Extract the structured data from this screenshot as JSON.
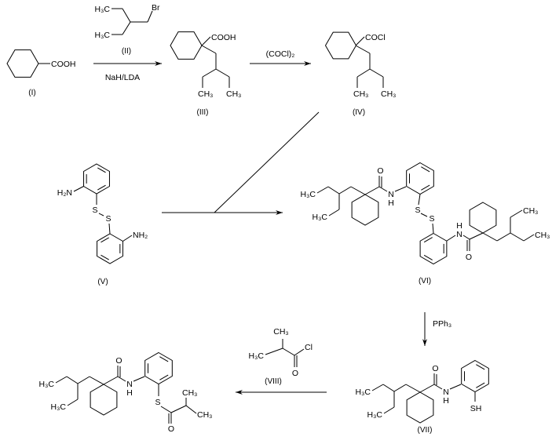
{
  "atoms": {
    "H3C": "H₃C",
    "CH3": "CH₃",
    "O": "O",
    "N": "N",
    "H": "H",
    "S": "S",
    "SH": "SH",
    "NH2": "NH₂",
    "H2N": "H₂N",
    "Cl": "Cl",
    "Br": "Br",
    "COOH": "COOH",
    "COCl": "COCl"
  },
  "compounds": {
    "I": "(I)",
    "II": "(II)",
    "III": "(III)",
    "IV": "(IV)",
    "V": "(V)",
    "VI": "(VI)",
    "VII": "(VII)",
    "VIII": "(VIII)"
  },
  "reagents": {
    "step1": "NaH/LDA",
    "step2": "(COCl)₂",
    "step4": "PPh₃"
  },
  "colors": {
    "ink": "#000000",
    "background": "#ffffff"
  }
}
